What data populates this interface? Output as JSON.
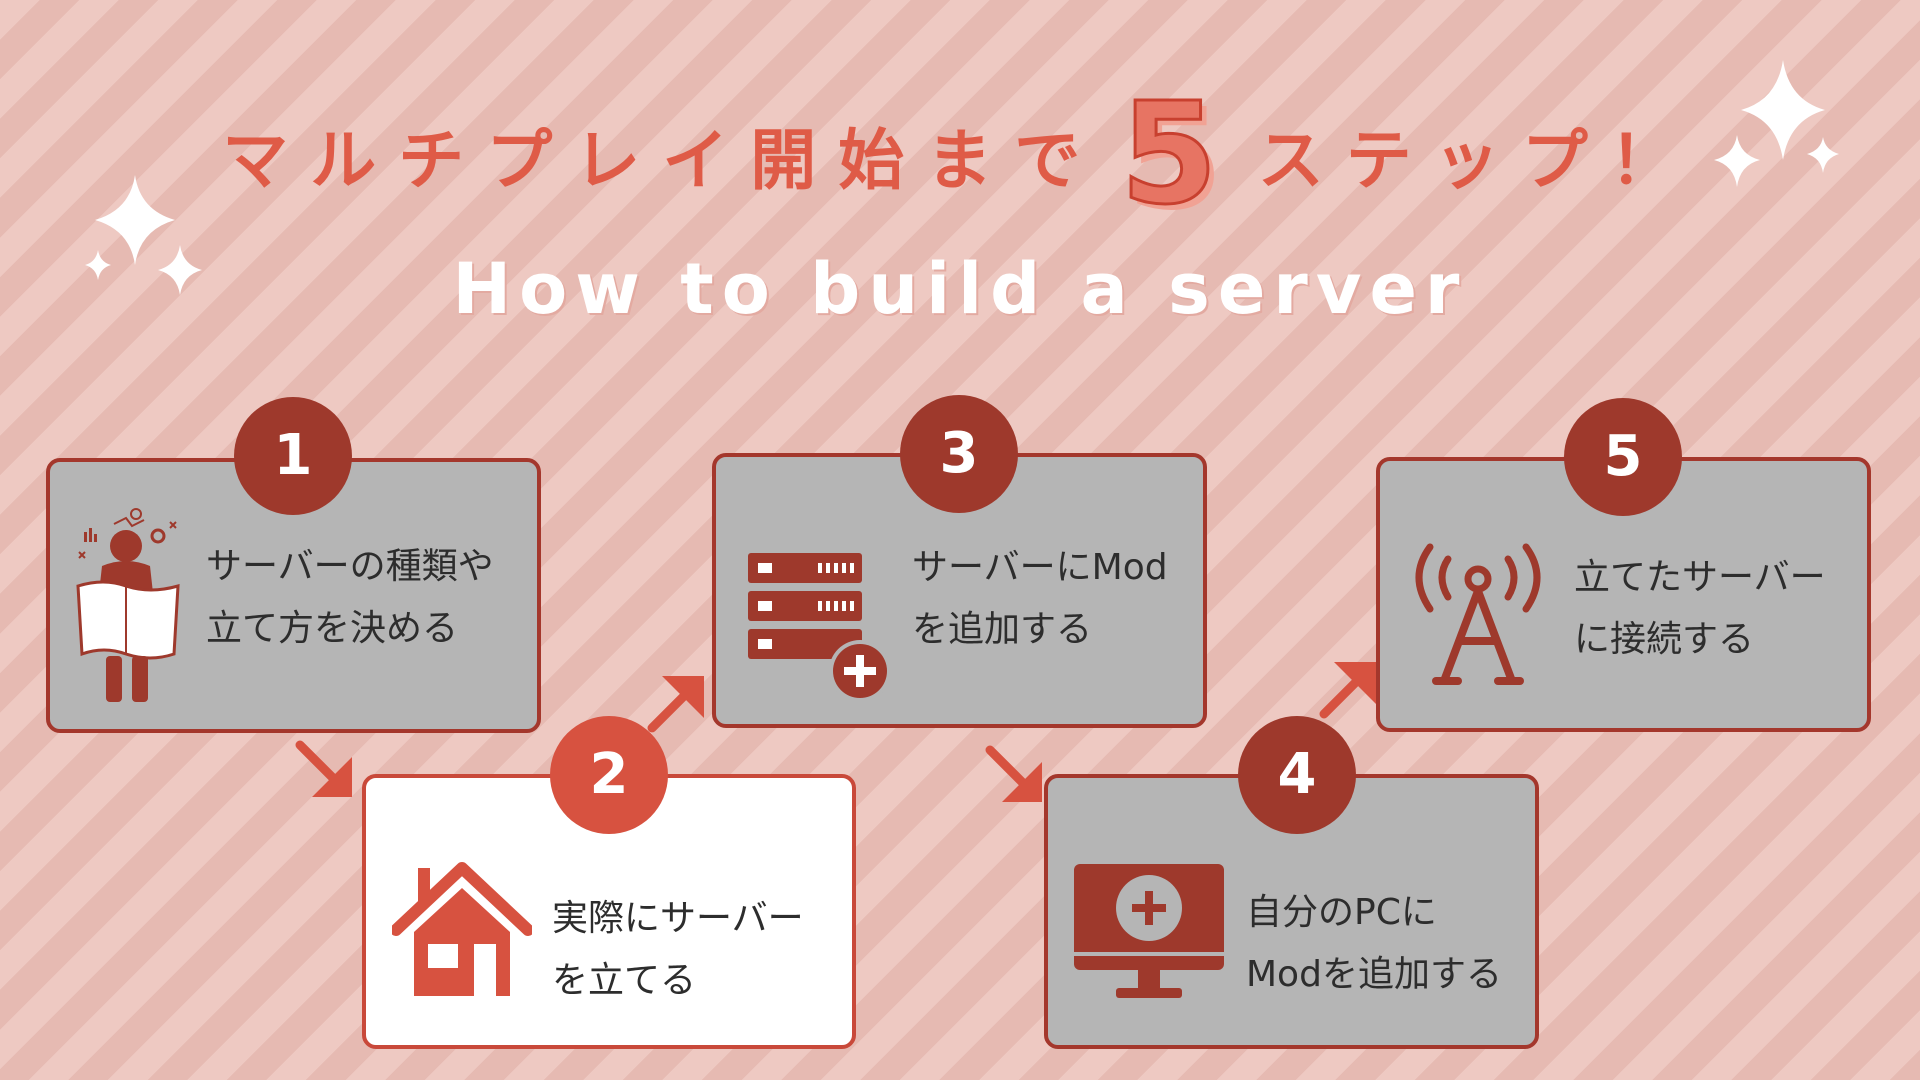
{
  "header": {
    "title_jp": "マルチプレイ開始まで",
    "title_num": "5",
    "title_jp_suffix": "ステップ！",
    "subtitle": "How to build a server"
  },
  "steps": [
    {
      "num": "1",
      "lines": [
        "サーバーの種類や",
        "立て方を決める"
      ],
      "icon": "person-with-map-icon"
    },
    {
      "num": "2",
      "lines": [
        "実際にサーバー",
        "を立てる"
      ],
      "icon": "house-icon"
    },
    {
      "num": "3",
      "lines": [
        "サーバーにMod",
        "を追加する"
      ],
      "icon": "server-add-icon"
    },
    {
      "num": "4",
      "lines": [
        "自分のPCに",
        "Modを追加する"
      ],
      "icon": "monitor-add-icon"
    },
    {
      "num": "5",
      "lines": [
        "立てたサーバー",
        "に接続する"
      ],
      "icon": "antenna-icon"
    }
  ],
  "colors": {
    "accent": "#df5b47",
    "badge_dark": "#9e392c",
    "badge_red": "#d75240",
    "card_gray": "#b5b5b5",
    "icon_dark": "#9e392c",
    "icon_red": "#d75240"
  }
}
